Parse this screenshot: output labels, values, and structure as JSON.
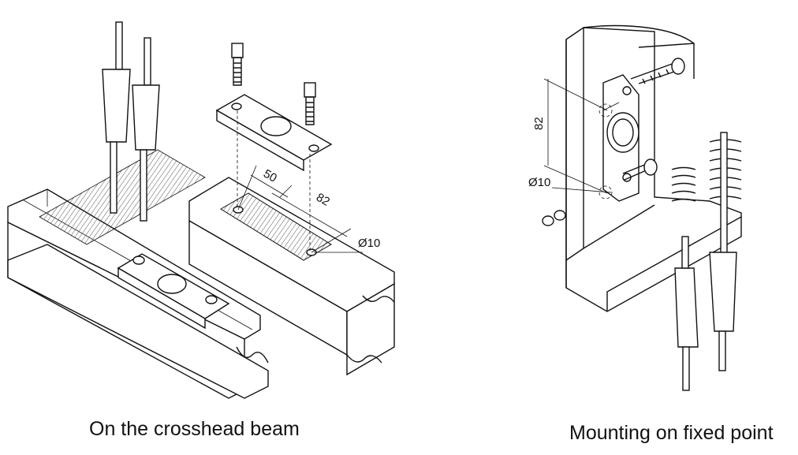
{
  "figures": [
    {
      "caption": "On the crosshead beam",
      "dimensions": {
        "d1": "50",
        "d2": "82",
        "diameter": "Ø10"
      }
    },
    {
      "caption": "Mounting on fixed point",
      "dimensions": {
        "d1": "82",
        "diameter": "Ø10"
      }
    }
  ]
}
